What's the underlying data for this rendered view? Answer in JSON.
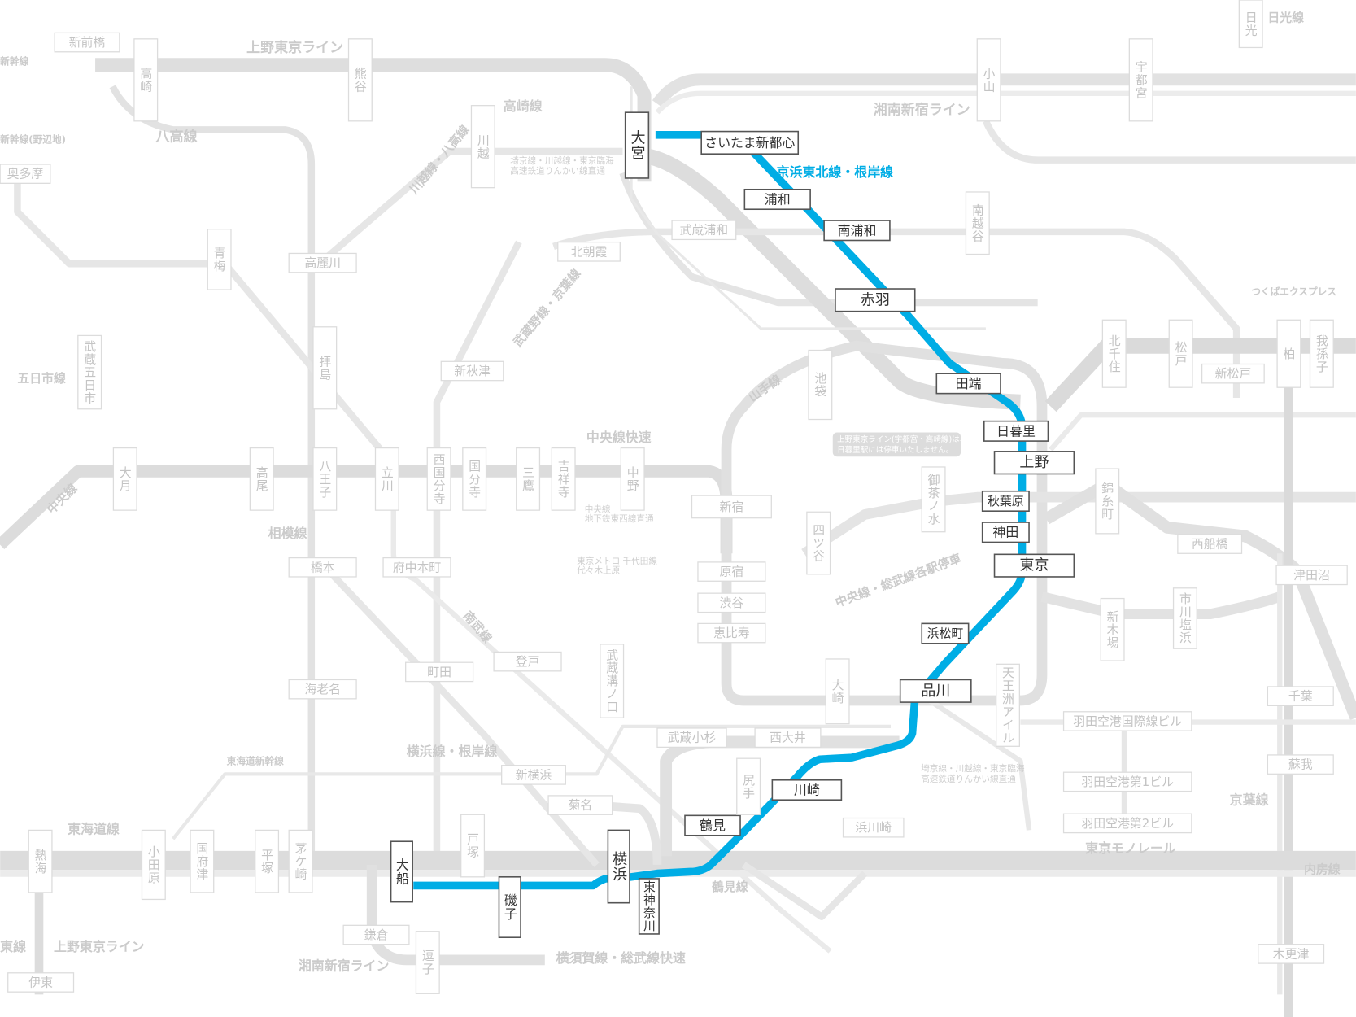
{
  "route": {
    "name": "京浜東北線・根岸線",
    "color": "#00ade5"
  },
  "active_stations": [
    "大宮",
    "さいたま新都心",
    "浦和",
    "南浦和",
    "赤羽",
    "田端",
    "日暮里",
    "上野",
    "秋葉原",
    "神田",
    "東京",
    "浜松町",
    "品川",
    "川崎",
    "鶴見",
    "横浜",
    "東神奈川",
    "磯子",
    "大船"
  ],
  "other_stations": [
    "新前橋",
    "高崎",
    "熊谷",
    "川越",
    "小山",
    "宇都宮",
    "日光",
    "奥多摩",
    "高麗川",
    "青梅",
    "北朝霞",
    "武蔵浦和",
    "南越谷",
    "武蔵五日市",
    "拝島",
    "新秋津",
    "池袋",
    "北千住",
    "松戸",
    "新松戸",
    "柏",
    "我孫子",
    "大月",
    "高尾",
    "八王子",
    "立川",
    "西国分寺",
    "国分寺",
    "三鷹",
    "吉祥寺",
    "中野",
    "新宿",
    "四ツ谷",
    "御茶ノ水",
    "錦糸町",
    "西船橋",
    "津田沼",
    "市川塩浜",
    "新木場",
    "橋本",
    "府中本町",
    "原宿",
    "渋谷",
    "恵比寿",
    "登戸",
    "町田",
    "武蔵溝ノ口",
    "大崎",
    "天王洲アイル",
    "海老名",
    "羽田空港国際線ビル",
    "千葉",
    "武蔵小杉",
    "西大井",
    "新横浜",
    "蘇我",
    "尻手",
    "羽田空港第1ビル",
    "菊名",
    "浜川崎",
    "羽田空港第2ビル",
    "戸塚",
    "熱海",
    "小田原",
    "国府津",
    "平塚",
    "茅ケ崎",
    "鎌倉",
    "逗子",
    "伊東",
    "木更津"
  ],
  "line_labels": [
    "上野東京ライン",
    "湘南新宿ライン",
    "高崎線",
    "八高線",
    "川越線・八高線",
    "武蔵野線・京葉線",
    "山手線",
    "中央線快速",
    "中央線",
    "相模線",
    "五日市線",
    "日光線",
    "つくばエクスプレス",
    "横浜線・根岸線",
    "東海道新幹線",
    "東海道線",
    "上野東京ライン",
    "湘南新宿ライン",
    "横須賀線・総武線快速",
    "東京モノレール",
    "京葉線",
    "内房線",
    "鶴見線",
    "南武線",
    "中央線・総武線各駅停車",
    "新幹線",
    "新幹線(野辺地)",
    "東線"
  ],
  "small_notes": [
    "埼京線・川越線・東京臨海",
    "高速鉄道りんかい線直通",
    "埼京線・川越線・東京臨海",
    "高速鉄道りんかい線直通",
    "中央線",
    "地下鉄東西線直通",
    "東京メトロ 千代田線",
    "代々木上原"
  ],
  "info_note": [
    "上野東京ライン(宇都宮・高崎線)は、",
    "日暮里駅には停車いたしません。"
  ]
}
